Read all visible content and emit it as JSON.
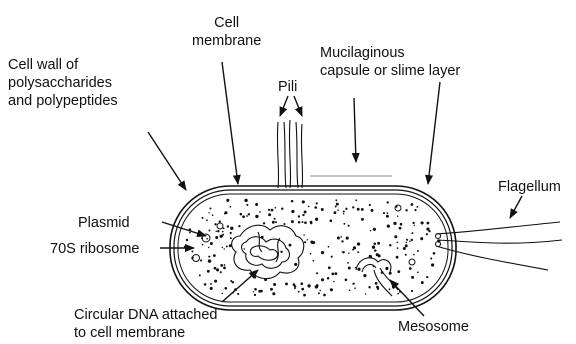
{
  "labels": {
    "cell_membrane": "Cell\nmembrane",
    "cell_wall": "Cell wall of\npolysaccharides\nand polypeptides",
    "pili": "Pili",
    "capsule": "Mucilaginous\ncapsule or slime layer",
    "flagellum": "Flagellum",
    "plasmid": "Plasmid",
    "ribosome": "70S ribosome",
    "dna": "Circular DNA attached\nto cell membrane",
    "mesosome": "Mesosome"
  },
  "colors": {
    "ink": "#111111",
    "background": "#ffffff"
  }
}
